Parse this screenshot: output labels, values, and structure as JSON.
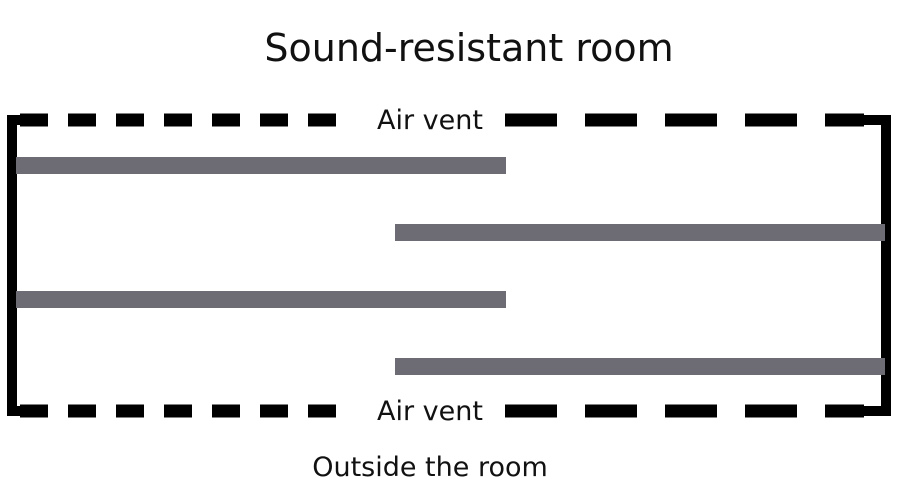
{
  "title": "Sound-resistant room",
  "vents": {
    "top_label": "Air vent",
    "bottom_label": "Air vent"
  },
  "outside_label": "Outside the room",
  "colors": {
    "wall": "#000000",
    "baffle": "#6d6c74",
    "text": "#111111"
  }
}
